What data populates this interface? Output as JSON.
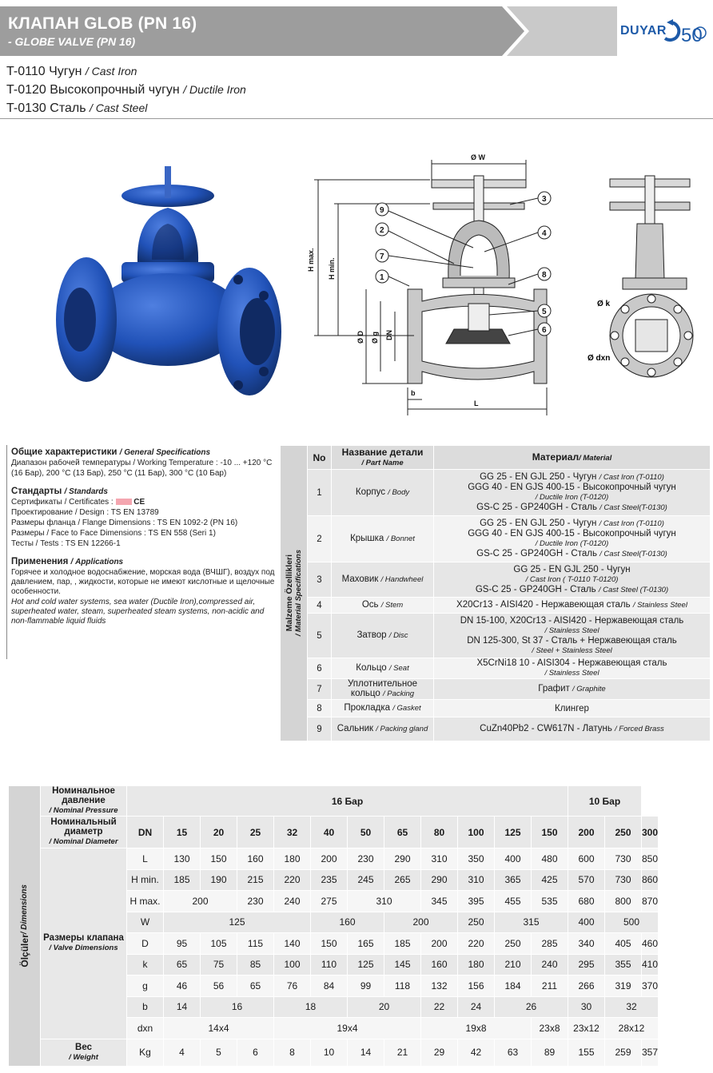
{
  "header": {
    "title": "КЛАПАН GLOB (PN 16)",
    "subtitle": "- GLOBE VALVE (PN 16)",
    "brand": "DUYAR",
    "anniversary": "50",
    "band_color": "#9d9d9d"
  },
  "models": [
    {
      "code": "T-0110 Чугун",
      "en": "/ Cast Iron"
    },
    {
      "code": "T-0120 Высокопрочный чугун",
      "en": "/ Ductile Iron"
    },
    {
      "code": "T-0130 Сталь",
      "en": "/ Cast Steel"
    }
  ],
  "drawing": {
    "labels": [
      "Ø W",
      "H max.",
      "H min.",
      "Ø D",
      "Ø g",
      "DN",
      "b",
      "L",
      "Ø k",
      "Ø dxn"
    ],
    "callouts": [
      "1",
      "2",
      "3",
      "4",
      "5",
      "6",
      "7",
      "8",
      "9"
    ]
  },
  "general": {
    "title": "Общие характеристики",
    "title_en": "/ General Specifications",
    "line1": "Диапазон рабочей температуры / Working Temperature : -10 ... +120 °C",
    "line2": "(16 Бар), 200 °C (13 Бар), 250 °C (11 Бар), 300 °C (10 Бар)"
  },
  "standards": {
    "title": "Стандарты",
    "title_en": "/ Standards",
    "lines": [
      "Сертификаты / Certificates :",
      "Проектирование / Design : TS EN 13789",
      "Размеры фланца / Flange Dimensions : TS EN 1092-2 (PN 16)",
      "Размеры / Face to Face Dimensions : TS EN 558 (Seri 1)",
      "Тесты / Tests : TS EN 12266-1"
    ],
    "ce_mark": "CE"
  },
  "applications": {
    "title": "Применения",
    "title_en": "/ Applications",
    "ru": "Горячее и холодное водоснабжение, морская вода (ВЧШГ), воздух под давлением, пар, , жидкости, которые не имеют кислотные и щелочные особенности.",
    "en": "Hot and cold water systems, sea water (Ductile Iron),compressed air, superheated water, steam, superheated steam systems, non-acidic and non-flammable liquid fluids"
  },
  "materials": {
    "side_label": "Malzeme Özellikleri",
    "side_label_en": "/ Material Specifications",
    "head_no": "No",
    "head_part": "Название детали",
    "head_part_en": "/ Part Name",
    "head_mat": "Материал",
    "head_mat_en": "/ Material",
    "rows": [
      {
        "no": "1",
        "part": "Корпус",
        "part_en": "/ Body",
        "mat": [
          [
            "GG 25 - EN GJL 250 - Чугун",
            "/ Cast Iron (T-0110)"
          ],
          [
            "GGG 40 - EN GJS 400-15 - Высокопрочный чугун",
            ""
          ],
          [
            "",
            "/ Ductile Iron (T-0120)"
          ],
          [
            "GS-C 25 - GP240GH - Сталь",
            "/ Cast Steel(T-0130)"
          ]
        ]
      },
      {
        "no": "2",
        "part": "Крышка",
        "part_en": "/ Bonnet",
        "mat": [
          [
            "GG 25 - EN GJL 250 - Чугун",
            "/ Cast Iron (T-0110)"
          ],
          [
            "GGG 40 - EN GJS 400-15 - Высокопрочный чугун",
            ""
          ],
          [
            "",
            "/ Ductile Iron (T-0120)"
          ],
          [
            "GS-C 25 - GP240GH - Сталь",
            "/ Cast Steel(T-0130)"
          ]
        ]
      },
      {
        "no": "3",
        "part": "Маховик",
        "part_en": "/ Handwheel",
        "mat": [
          [
            "GG 25 - EN GJL 250 - Чугун",
            ""
          ],
          [
            "",
            "/ Cast Iron ( T-0110 T-0120)"
          ],
          [
            "GS-C 25 - GP240GH - Сталь",
            "/ Cast Steel (T-0130)"
          ]
        ]
      },
      {
        "no": "4",
        "part": "Ось",
        "part_en": "/ Stem",
        "mat": [
          [
            "X20Cr13 - AISI420 - Нержавеющая сталь",
            "/ Stainless Steel"
          ]
        ]
      },
      {
        "no": "5",
        "part": "Затвор",
        "part_en": "/ Disc",
        "mat": [
          [
            "DN 15-100, X20Cr13 - AISI420 - Нержавеющая сталь",
            ""
          ],
          [
            "",
            "/ Stainless Steel"
          ],
          [
            "DN 125-300, St 37 - Сталь + Нержавеющая сталь",
            ""
          ],
          [
            "",
            "/ Steel + Stainless Steel"
          ]
        ]
      },
      {
        "no": "6",
        "part": "Кольцо",
        "part_en": "/ Seat",
        "mat": [
          [
            "X5CrNi18 10 - AISI304 - Нержавеющая сталь",
            ""
          ],
          [
            "",
            "/ Stainless Steel"
          ]
        ]
      },
      {
        "no": "7",
        "part": "Уплотнительное кольцо",
        "part_en": "/ Packing",
        "mat": [
          [
            "Графит",
            "/ Graphite"
          ]
        ]
      },
      {
        "no": "8",
        "part": "Прокладка",
        "part_en": "/ Gasket",
        "mat": [
          [
            "Клингер",
            ""
          ]
        ]
      },
      {
        "no": "9",
        "part": "Сальник",
        "part_en": "/ Packing gland",
        "mat": [
          [
            "CuZn40Pb2 - CW617N - Латунь",
            "/ Forced Brass"
          ]
        ]
      }
    ]
  },
  "dimensions": {
    "side_label": "Ölçüler",
    "side_label_en": "/ Dimensions",
    "pressure_label": "Номинальное давление",
    "pressure_label_en": "/ Nominal Pressure",
    "pressure_16": "16 Бар",
    "pressure_10": "10 Бар",
    "diameter_label": "Номинальный диаметр",
    "diameter_label_en": "/ Nominal Diameter",
    "dn_label": "DN",
    "dn": [
      "15",
      "20",
      "25",
      "32",
      "40",
      "50",
      "65",
      "80",
      "100",
      "125",
      "150",
      "200",
      "250",
      "300"
    ],
    "valve_dim_label": "Размеры клапана",
    "valve_dim_label_en": "/ Valve Dimensions",
    "weight_label": "Вес",
    "weight_label_en": "/ Weight",
    "rows": [
      {
        "name": "L",
        "cells": [
          [
            "130",
            1
          ],
          [
            "150",
            1
          ],
          [
            "160",
            1
          ],
          [
            "180",
            1
          ],
          [
            "200",
            1
          ],
          [
            "230",
            1
          ],
          [
            "290",
            1
          ],
          [
            "310",
            1
          ],
          [
            "350",
            1
          ],
          [
            "400",
            1
          ],
          [
            "480",
            1
          ],
          [
            "600",
            1
          ],
          [
            "730",
            1
          ],
          [
            "850",
            1
          ]
        ]
      },
      {
        "name": "H min.",
        "cells": [
          [
            "185",
            1
          ],
          [
            "190",
            1
          ],
          [
            "215",
            1
          ],
          [
            "220",
            1
          ],
          [
            "235",
            1
          ],
          [
            "245",
            1
          ],
          [
            "265",
            1
          ],
          [
            "290",
            1
          ],
          [
            "310",
            1
          ],
          [
            "365",
            1
          ],
          [
            "425",
            1
          ],
          [
            "570",
            1
          ],
          [
            "730",
            1
          ],
          [
            "860",
            1
          ]
        ]
      },
      {
        "name": "H max.",
        "cells": [
          [
            "200",
            2
          ],
          [
            "230",
            1
          ],
          [
            "240",
            1
          ],
          [
            "275",
            1
          ],
          [
            "310",
            2
          ],
          [
            "345",
            1
          ],
          [
            "395",
            1
          ],
          [
            "455",
            1
          ],
          [
            "535",
            1
          ],
          [
            "680",
            1
          ],
          [
            "800",
            1
          ],
          [
            "870",
            1
          ]
        ]
      },
      {
        "name": "W",
        "cells": [
          [
            "125",
            4
          ],
          [
            "160",
            2
          ],
          [
            "200",
            2
          ],
          [
            "250",
            1
          ],
          [
            "315",
            2
          ],
          [
            "400",
            1
          ],
          [
            "500",
            2
          ]
        ]
      },
      {
        "name": "D",
        "cells": [
          [
            "95",
            1
          ],
          [
            "105",
            1
          ],
          [
            "115",
            1
          ],
          [
            "140",
            1
          ],
          [
            "150",
            1
          ],
          [
            "165",
            1
          ],
          [
            "185",
            1
          ],
          [
            "200",
            1
          ],
          [
            "220",
            1
          ],
          [
            "250",
            1
          ],
          [
            "285",
            1
          ],
          [
            "340",
            1
          ],
          [
            "405",
            1
          ],
          [
            "460",
            1
          ]
        ]
      },
      {
        "name": "k",
        "cells": [
          [
            "65",
            1
          ],
          [
            "75",
            1
          ],
          [
            "85",
            1
          ],
          [
            "100",
            1
          ],
          [
            "110",
            1
          ],
          [
            "125",
            1
          ],
          [
            "145",
            1
          ],
          [
            "160",
            1
          ],
          [
            "180",
            1
          ],
          [
            "210",
            1
          ],
          [
            "240",
            1
          ],
          [
            "295",
            1
          ],
          [
            "355",
            1
          ],
          [
            "410",
            1
          ]
        ]
      },
      {
        "name": "g",
        "cells": [
          [
            "46",
            1
          ],
          [
            "56",
            1
          ],
          [
            "65",
            1
          ],
          [
            "76",
            1
          ],
          [
            "84",
            1
          ],
          [
            "99",
            1
          ],
          [
            "118",
            1
          ],
          [
            "132",
            1
          ],
          [
            "156",
            1
          ],
          [
            "184",
            1
          ],
          [
            "211",
            1
          ],
          [
            "266",
            1
          ],
          [
            "319",
            1
          ],
          [
            "370",
            1
          ]
        ]
      },
      {
        "name": "b",
        "cells": [
          [
            "14",
            1
          ],
          [
            "16",
            2
          ],
          [
            "18",
            2
          ],
          [
            "20",
            2
          ],
          [
            "22",
            1
          ],
          [
            "24",
            1
          ],
          [
            "26",
            2
          ],
          [
            "30",
            1
          ],
          [
            "32",
            2
          ]
        ]
      },
      {
        "name": "dxn",
        "cells": [
          [
            "14x4",
            3
          ],
          [
            "19x4",
            4
          ],
          [
            "19x8",
            3
          ],
          [
            "23x8",
            1
          ],
          [
            "23x12",
            1
          ],
          [
            "28x12",
            2
          ]
        ]
      }
    ],
    "weight_unit": "Kg",
    "weights": [
      "4",
      "5",
      "6",
      "8",
      "10",
      "14",
      "21",
      "29",
      "42",
      "63",
      "89",
      "155",
      "259",
      "357"
    ]
  }
}
